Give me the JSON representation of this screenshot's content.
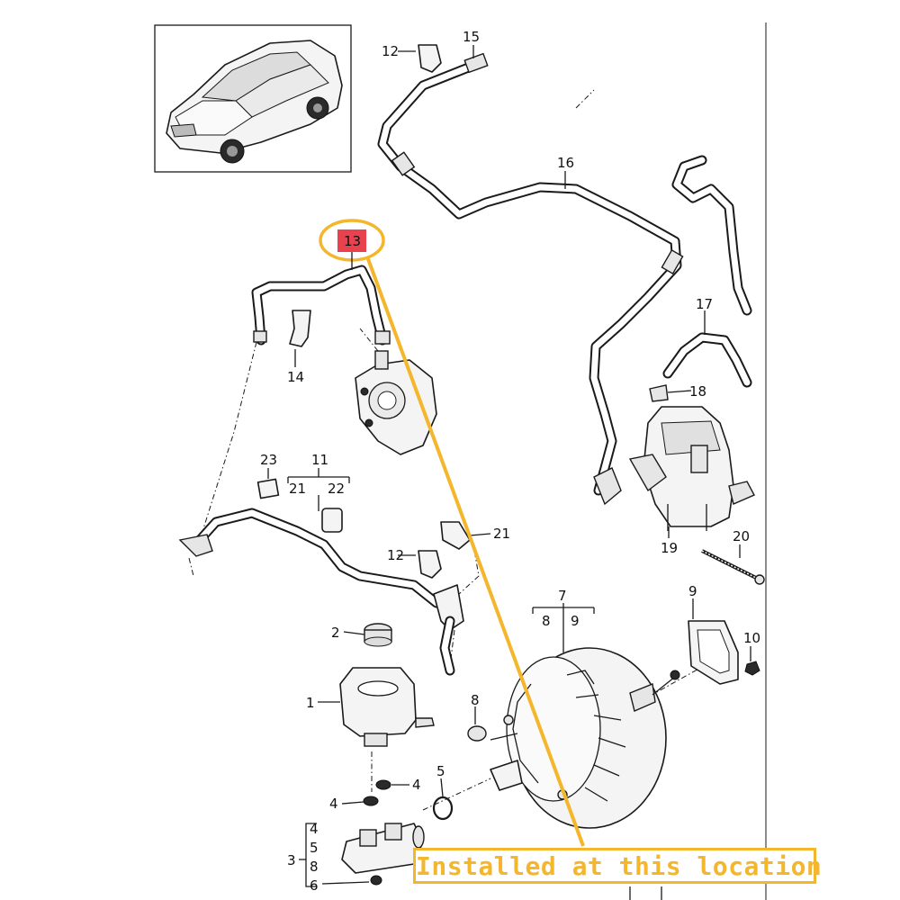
{
  "highlighted_part": {
    "number": "13",
    "highlight_color": "#f3b62c",
    "badge_color": "#e8424e"
  },
  "callout": {
    "text": "Installed at this location"
  },
  "part_numbers": {
    "p1": "1",
    "p2": "2",
    "p3": "3",
    "p4a": "4",
    "p4b": "4",
    "p4c": "4",
    "p5a": "5",
    "p5b": "5",
    "p6": "6",
    "p7": "7",
    "p8a": "8",
    "p8b": "8",
    "p8c": "8",
    "p9a": "9",
    "p9b": "9",
    "p10": "10",
    "p11": "11",
    "p12a": "12",
    "p12b": "12",
    "p14": "14",
    "p15": "15",
    "p16": "16",
    "p17": "17",
    "p18": "18",
    "p19": "19",
    "p20": "20",
    "p21a": "21",
    "p21b": "21",
    "p22": "22",
    "p23": "23"
  },
  "vehicle_thumbnail": {
    "icon": "suv-vehicle-icon"
  }
}
